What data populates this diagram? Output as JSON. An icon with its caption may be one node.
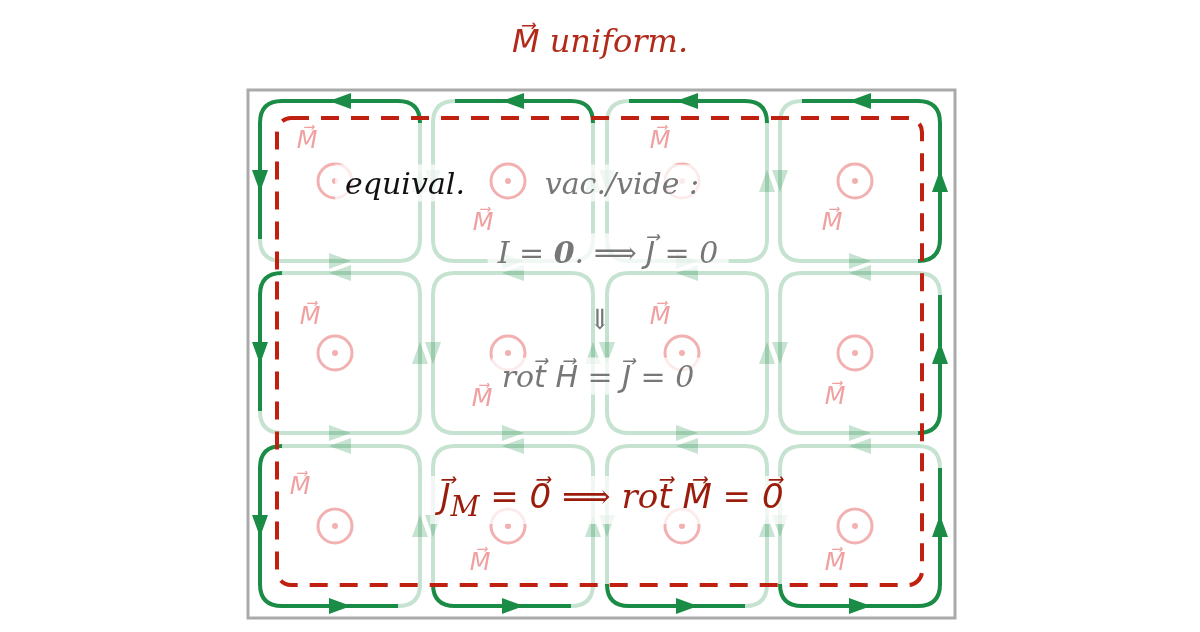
{
  "diagram": {
    "title": "M⃗ uniform.",
    "labels": [
      "M⃗",
      "M⃗",
      "equival.",
      "vac./vide :",
      "M⃗",
      "M⃗",
      "I = **0**. ⟹ J⃗ = 0",
      "M⃗",
      "⇓",
      "M⃗",
      "rot⃗ H⃗ = J⃗ = 0",
      "M⃗",
      "M⃗",
      "M⃗",
      "J⃗$_{M}$ = 0⃗ ⟹ rot⃗ M⃗ = 0⃗",
      "M⃗",
      "M⃗"
    ]
  }
}
